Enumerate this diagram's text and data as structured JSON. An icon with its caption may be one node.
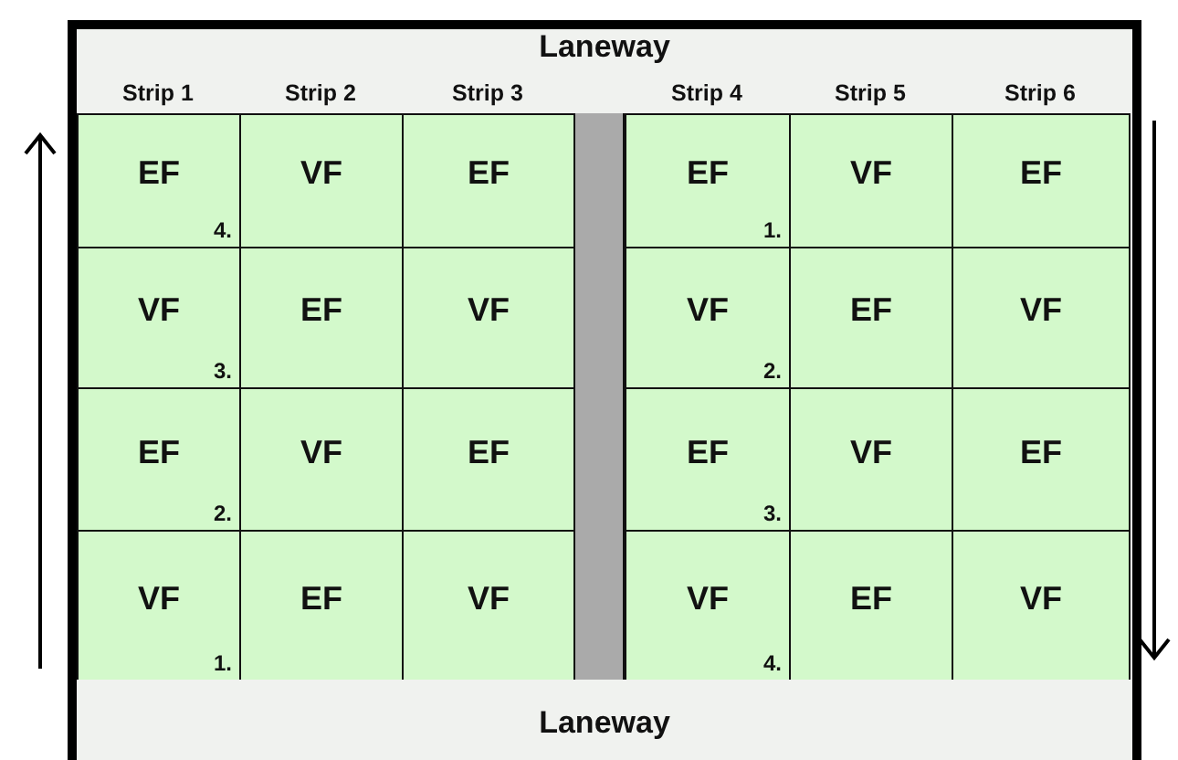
{
  "diagram": {
    "nodes": [
      {
        "text": [
          "Laneway"
        ]
      },
      {
        "text": [
          "EF",
          "4."
        ]
      },
      {
        "text": [
          "VF"
        ]
      },
      {
        "text": [
          "EF"
        ]
      },
      {
        "text": [
          "EF",
          "1."
        ]
      },
      {
        "text": [
          "VF"
        ]
      },
      {
        "text": [
          "EF"
        ]
      },
      {
        "text": [
          "VF",
          "3."
        ]
      },
      {
        "text": [
          "EF"
        ]
      },
      {
        "text": [
          "VF"
        ]
      },
      {
        "text": [
          "VF",
          "2."
        ]
      },
      {
        "text": [
          "EF"
        ]
      },
      {
        "text": [
          "VF"
        ]
      },
      {
        "text": [
          "EF",
          "2."
        ]
      },
      {
        "text": [
          "VF"
        ]
      },
      {
        "text": [
          "EF"
        ]
      },
      {
        "text": [
          "EF",
          "3."
        ]
      },
      {
        "text": [
          "VF"
        ]
      },
      {
        "text": [
          "EF"
        ]
      },
      {
        "text": [
          "VF",
          "1."
        ]
      },
      {
        "text": [
          "EF"
        ]
      },
      {
        "text": [
          "VF"
        ]
      },
      {
        "text": [
          "VF",
          "4."
        ]
      },
      {
        "text": [
          "EF"
        ]
      },
      {
        "text": [
          "VF"
        ]
      },
      {
        "text": [
          "Laneway"
        ]
      },
      {
        "text": [],
        "shape": "bar"
      }
    ],
    "labels": [
      "Strip 1",
      "Strip 2",
      "Strip 3",
      "Strip 4",
      "Strip 5",
      "Strip 6"
    ]
  }
}
